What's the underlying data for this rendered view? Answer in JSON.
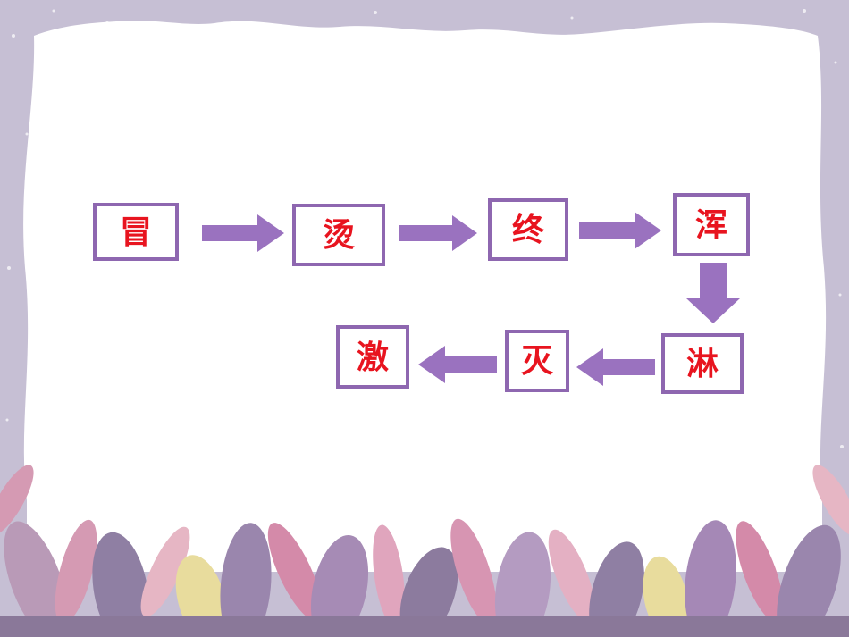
{
  "colors": {
    "box_border": "#8e67b0",
    "arrow_fill": "#9a72bf",
    "text": "#e8141f",
    "panel": "#ffffff",
    "background": "#c9c2d6"
  },
  "sequence": [
    {
      "char": "冒"
    },
    {
      "char": "烫"
    },
    {
      "char": "终"
    },
    {
      "char": "浑"
    },
    {
      "char": "淋"
    },
    {
      "char": "灭"
    },
    {
      "char": "激"
    }
  ],
  "arrows": [
    {
      "direction": "right"
    },
    {
      "direction": "right"
    },
    {
      "direction": "right"
    },
    {
      "direction": "down"
    },
    {
      "direction": "left"
    },
    {
      "direction": "left"
    }
  ]
}
